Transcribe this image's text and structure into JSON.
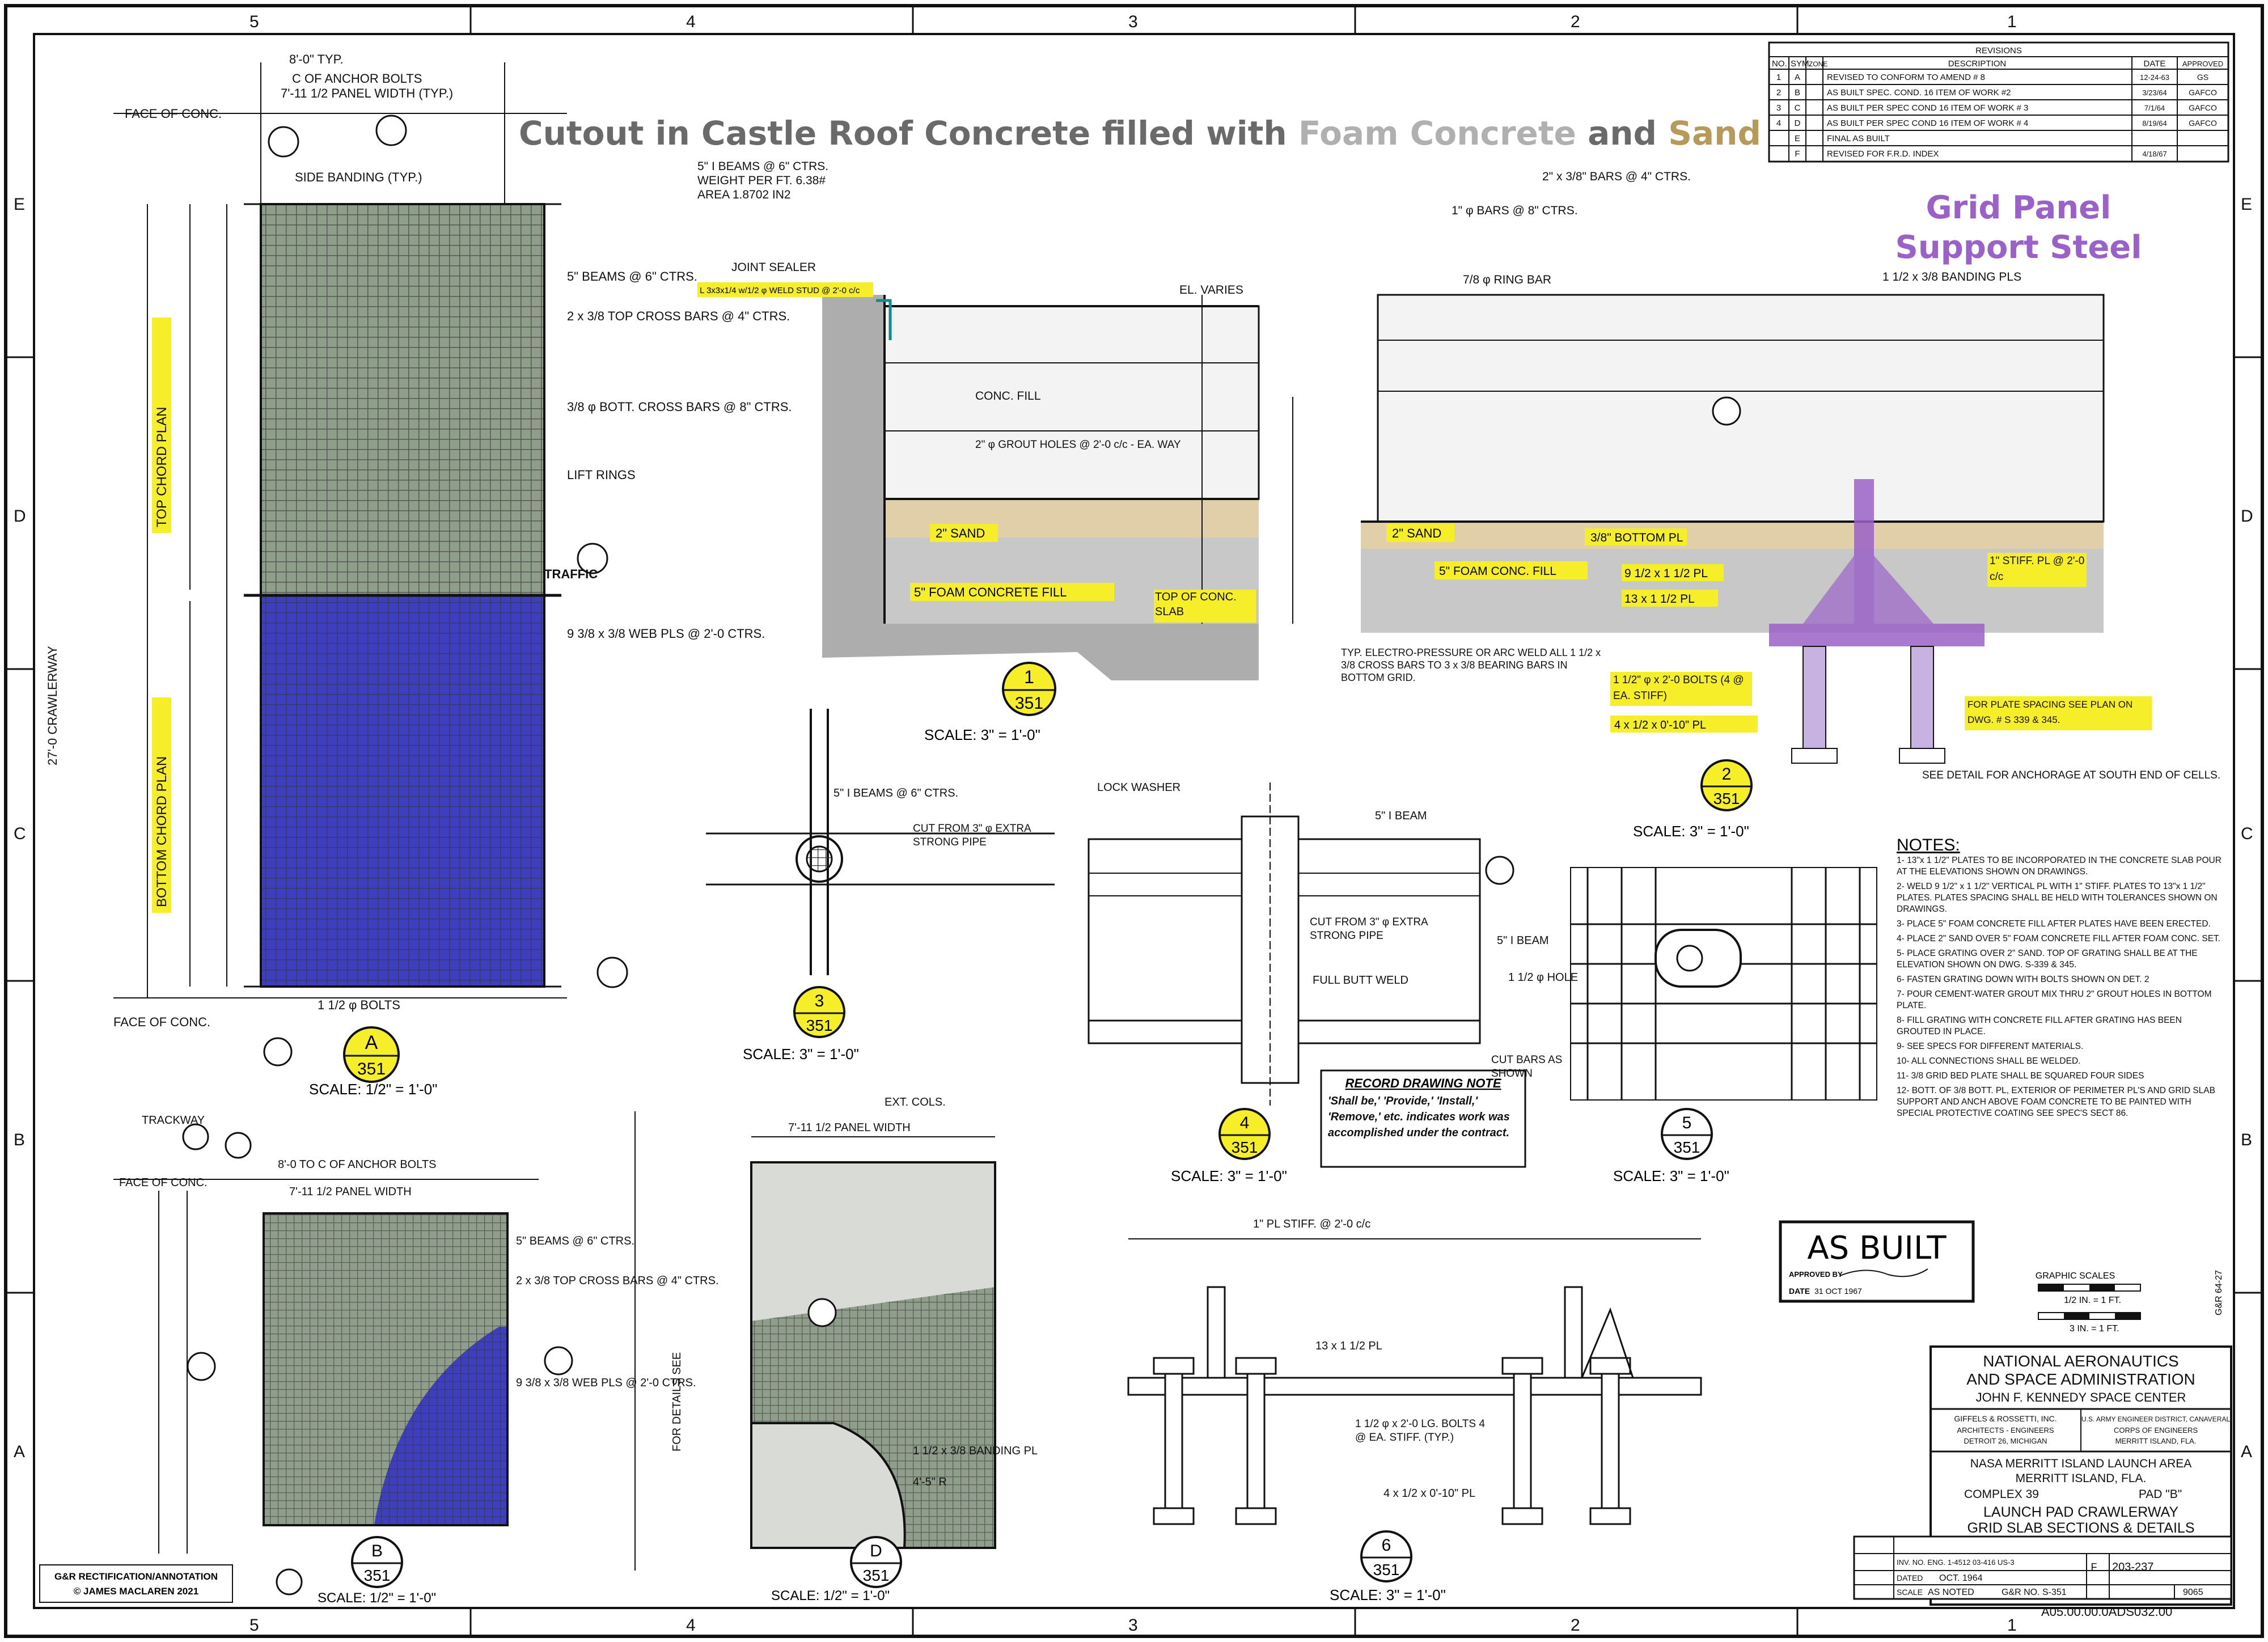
{
  "headline": {
    "prefix": "Cutout in Castle Roof Concrete filled with",
    "foam": "Foam Concrete",
    "and": "and",
    "sand": "Sand",
    "colors": {
      "prefix": "#6a6a6a",
      "foam": "#b0b0b0",
      "sand": "#b59a5a"
    }
  },
  "grid_panel_label": {
    "line1": "Grid Panel",
    "line2": "Support Steel",
    "color": "#9a62c8"
  },
  "border": {
    "top_zones": [
      "5",
      "4",
      "3",
      "2",
      "1"
    ],
    "side_zones": [
      "E",
      "D",
      "C",
      "B",
      "A"
    ]
  },
  "revisions": {
    "title": "REVISIONS",
    "headers": [
      "NO.",
      "SYM.",
      "ZONE",
      "DESCRIPTION",
      "DATE",
      "APPROVED"
    ],
    "rows": [
      {
        "no": "1",
        "sym": "A",
        "desc": "REVISED TO CONFORM TO AMEND # 8",
        "date": "12-24-63",
        "appr": "GS"
      },
      {
        "no": "2",
        "sym": "B",
        "desc": "AS BUILT SPEC. COND. 16 ITEM OF WORK #2",
        "date": "3/23/64",
        "appr": "GAFCO"
      },
      {
        "no": "3",
        "sym": "C",
        "desc": "AS BUILT PER SPEC COND 16 ITEM OF WORK # 3",
        "date": "7/1/64",
        "appr": "GAFCO"
      },
      {
        "no": "4",
        "sym": "D",
        "desc": "AS BUILT PER SPEC COND 16 ITEM OF WORK # 4",
        "date": "8/19/64",
        "appr": "GAFCO"
      },
      {
        "no": "",
        "sym": "E",
        "desc": "FINAL AS BUILT",
        "date": "",
        "appr": ""
      },
      {
        "no": "",
        "sym": "F",
        "desc": "REVISED FOR F.R.D. INDEX",
        "date": "4/18/67",
        "appr": ""
      }
    ]
  },
  "highlights": {
    "sand": "2\" SAND",
    "foam_fill": "5\" FOAM CONCRETE FILL",
    "foam_conc_fill": "5\" FOAM CONC. FILL",
    "top_of_slab": "TOP OF CONC. SLAB",
    "bottom_plate": "3/8\" BOTTOM PL",
    "plate1": "9 1/2 x 1 1/2 PL",
    "plate2": "13 x 1 1/2 PL",
    "bolts": "1 1/2\" φ x 2'-0 BOLTS (4 @ EA. STIFF)",
    "plate3": "4 x 1/2 x 0'-10\" PL",
    "stiff": "1\" STIFF. PL @ 2'-0 c/c",
    "plate_spacing": "FOR PLATE SPACING SEE PLAN ON DWG. # S 339 & 345.",
    "top_chord": "TOP CHORD PLAN",
    "bottom_chord": "BOTTOM CHORD PLAN",
    "weld_stud": "L 3x3x1/4 w/1/2 φ WELD STUD @ 2'-0 c/c"
  },
  "callouts": {
    "a": {
      "id": "A",
      "sheet": "351",
      "scale": "SCALE: 1/2\" = 1'-0\""
    },
    "b": {
      "id": "B",
      "sheet": "351",
      "scale": "SCALE: 1/2\" = 1'-0\""
    },
    "d": {
      "id": "D",
      "sheet": "351",
      "scale": "SCALE: 1/2\" = 1'-0\""
    },
    "s1": {
      "id": "1",
      "sheet": "351",
      "scale": "SCALE: 3\" = 1'-0\""
    },
    "s2": {
      "id": "2",
      "sheet": "351",
      "scale": "SCALE: 3\" = 1'-0\""
    },
    "s3": {
      "id": "3",
      "sheet": "351",
      "scale": "SCALE: 3\" = 1'-0\""
    },
    "s4": {
      "id": "4",
      "sheet": "351",
      "scale": "SCALE: 3\" = 1'-0\""
    },
    "s5": {
      "id": "5",
      "sheet": "351",
      "scale": "SCALE: 3\" = 1'-0\""
    },
    "s6": {
      "id": "6",
      "sheet": "351",
      "scale": "SCALE: 3\" = 1'-0\""
    }
  },
  "labels": {
    "face_conc": "FACE OF CONC.",
    "traffic": "TRAFFIC",
    "crawlerway": "27'-0  CRAWLERWAY",
    "trackway": "TRACKWAY",
    "anchor_bolts": "8'-0 TO C OF ANCHOR BOLTS",
    "panel_width": "7'-11 1/2 PANEL WIDTH",
    "typ_80": "8'-0\" TYP.",
    "anchor_bolts_top": "C OF ANCHOR BOLTS",
    "panel_width_typ": "7'-11 1/2 PANEL WIDTH (TYP.)",
    "side_banding": "SIDE BANDING (TYP.)",
    "beams_5": "5\" BEAMS @ 6\" CTRS.",
    "top_cross_bars": "2 x 3/8 TOP CROSS BARS @ 4\" CTRS.",
    "bottom_cross": "3/8 φ BOTT. CROSS BARS @ 8\" CTRS.",
    "lift_rings": "LIFT RINGS",
    "web_bars": "9 3/8 x 3/8 WEB PLS @ 2'-0 CTRS.",
    "bolts_1_5": "1 1/2 φ BOLTS",
    "ext_cols": "EXT. COLS.",
    "for_details": "FOR DETAILS SEE",
    "banding": "1 1/2 x 3/8 BANDING PL",
    "radius": "4'-5\" R",
    "i_beams": "5\" I BEAMS @ 6\" CTRS.",
    "weight": "WEIGHT PER FT. 6.38#",
    "area": "AREA 1.8702 IN2",
    "joint_sealer": "JOINT SEALER",
    "conc_fill": "CONC. FILL",
    "grout_holes": "2\" φ GROUT HOLES @ 2'-0 c/c - EA. WAY",
    "el_varies": "EL. VARIES",
    "bars_4": "2\" x 3/8\" BARS @ 4\" CTRS.",
    "bars_8": "1\" φ BARS @ 8\" CTRS.",
    "ring_bar": "7/8 φ RING BAR",
    "banding_pls": "1 1/2 x 3/8 BANDING PLS",
    "typ_weld": "TYP. ELECTRO-PRESSURE OR ARC WELD ALL 1 1/2 x 3/8 CROSS BARS TO 3 x 3/8 BEARING BARS IN BOTTOM GRID.",
    "see_detail": "SEE DETAIL FOR ANCHORAGE AT SOUTH END OF CELLS.",
    "lock_washer": "LOCK WASHER",
    "cut_from": "CUT FROM 3\" φ EXTRA STRONG PIPE",
    "full_butt": "FULL BUTT WELD",
    "i_beam": "5\" I BEAM",
    "hole": "1 1/2 φ HOLE",
    "cut_bars": "CUT BARS AS SHOWN",
    "stiff_top": "1\" PL STIFF. @ 2'-0 c/c",
    "lg_bolts": "1 1/2 φ x 2'-0 LG. BOLTS 4 @ EA. STIFF. (TYP.)",
    "plate_10": "4 x 1/2 x 0'-10\" PL",
    "plate_13": "13 x 1 1/2 PL"
  },
  "notes": {
    "title": "NOTES:",
    "items": [
      "1- 13\"x 1 1/2\" PLATES TO BE INCORPORATED IN THE CONCRETE SLAB POUR AT THE ELEVATIONS SHOWN ON DRAWINGS.",
      "2- WELD 9 1/2\" x 1 1/2\" VERTICAL PL WITH 1\" STIFF. PLATES TO 13\"x 1 1/2\" PLATES. PLATES SPACING SHALL BE HELD WITH TOLERANCES SHOWN ON DRAWINGS.",
      "3- PLACE 5\" FOAM CONCRETE FILL AFTER PLATES HAVE BEEN ERECTED.",
      "4- PLACE 2\" SAND OVER 5\" FOAM CONCRETE FILL AFTER FOAM CONC. SET.",
      "5- PLACE GRATING OVER 2\" SAND. TOP OF GRATING SHALL BE AT THE ELEVATION SHOWN ON DWG. S-339 & 345.",
      "6- FASTEN GRATING DOWN WITH BOLTS SHOWN ON DET. 2",
      "7- POUR CEMENT-WATER GROUT MIX THRU 2\" GROUT HOLES IN BOTTOM PLATE.",
      "8- FILL GRATING WITH CONCRETE FILL AFTER GRATING HAS BEEN GROUTED IN PLACE.",
      "9- SEE SPECS FOR DIFFERENT MATERIALS.",
      "10- ALL CONNECTIONS SHALL BE WELDED.",
      "11- 3/8 GRID BED PLATE SHALL BE SQUARED FOUR SIDES",
      "12- BOTT. OF 3/8 BOTT. PL, EXTERIOR OF PERIMETER PL'S AND GRID SLAB SUPPORT AND ANCH ABOVE FOAM CONCRETE TO BE PAINTED WITH SPECIAL PROTECTIVE COATING SEE SPEC'S SECT 86."
    ]
  },
  "record_note": {
    "title": "RECORD DRAWING NOTE",
    "body": "'Shall be,' 'Provide,' 'Install,' 'Remove,' etc. indicates work was accomplished under the contract."
  },
  "as_built": {
    "stamp": "AS BUILT",
    "approved": "APPROVED BY",
    "date_label": "DATE",
    "date": "31 OCT 1967"
  },
  "graphic_scales": {
    "title": "GRAPHIC SCALES",
    "s1": "1/2 IN. = 1 FT.",
    "s2": "3 IN. = 1 FT."
  },
  "title_block": {
    "agency1": "NATIONAL AERONAUTICS",
    "agency2": "AND SPACE ADMINISTRATION",
    "center": "JOHN F. KENNEDY SPACE CENTER",
    "firm1": "GIFFELS & ROSSETTI, INC.",
    "firm2": "ARCHITECTS - ENGINEERS",
    "firm3": "DETROIT 26, MICHIGAN",
    "corps1": "U.S. ARMY ENGINEER DISTRICT, CANAVERAL",
    "corps2": "CORPS OF ENGINEERS",
    "corps3": "MERRITT ISLAND, FLA.",
    "project1": "NASA MERRITT ISLAND LAUNCH AREA",
    "project2": "MERRITT ISLAND, FLA.",
    "complex": "COMPLEX 39",
    "pad": "PAD \"B\"",
    "title1": "LAUNCH PAD CRAWLERWAY",
    "title2": "GRID SLAB SECTIONS & DETAILS",
    "inv": "INV. NO. ENG. 1-4512 03-416 US-3",
    "dated_label": "DATED",
    "dated": "OCT. 1964",
    "scale_label": "SCALE",
    "scale": "AS NOTED",
    "gr_no": "G&R NO. S-351",
    "file_no": "203-237",
    "sheet": "9065",
    "size": "F",
    "drawing_no": "A05.00.00.0ADS032.00",
    "side_code": "G&R 64-27"
  },
  "attribution": {
    "line1": "G&R RECTIFICATION/ANNOTATION",
    "line2": "© JAMES MACLAREN 2021"
  }
}
